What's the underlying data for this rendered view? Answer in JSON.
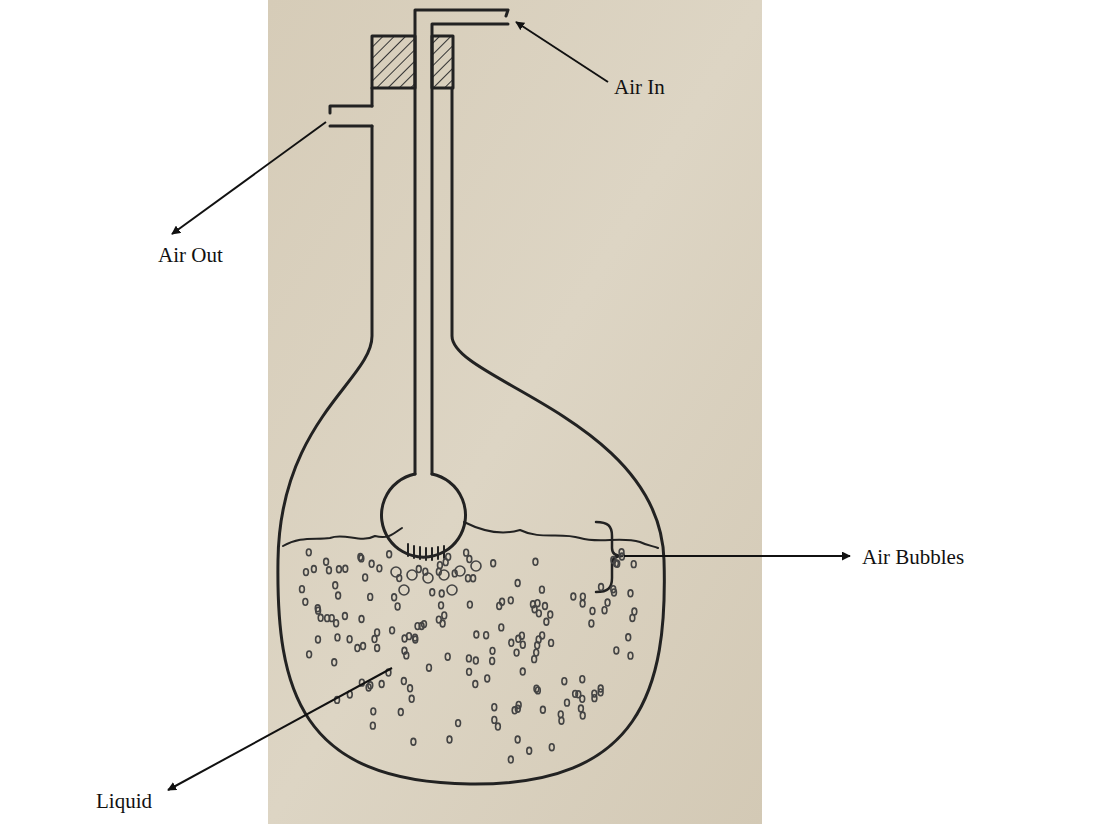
{
  "diagram": {
    "labels": [
      "Air In",
      "Air Out",
      "Air Bubbles",
      "Liquid"
    ]
  }
}
